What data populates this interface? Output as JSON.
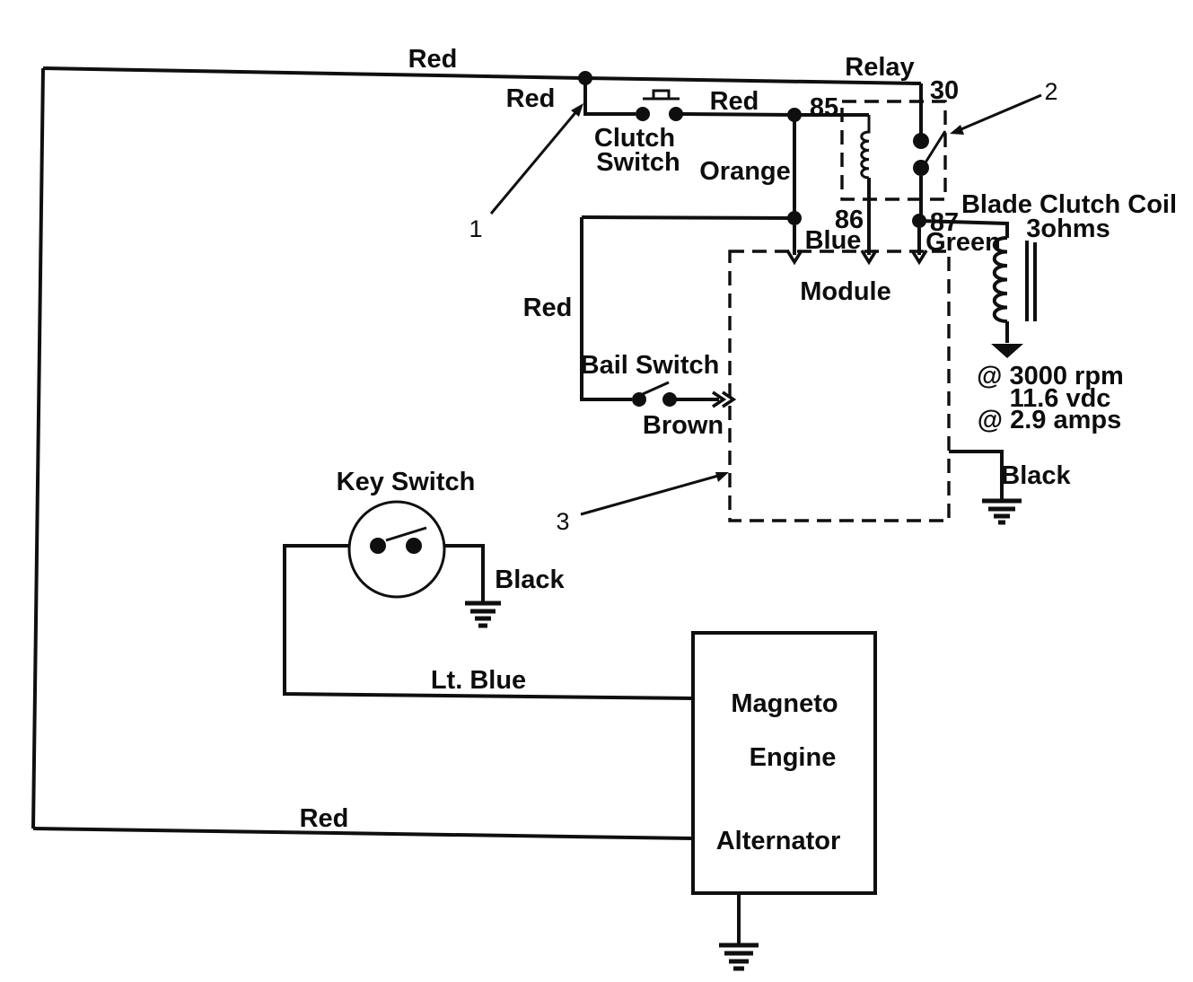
{
  "diagram": {
    "wire_labels": {
      "red_top": "Red",
      "red_branch": "Red",
      "red_clutch": "Red",
      "red_vertical": "Red",
      "red_bottom": "Red",
      "orange": "Orange",
      "blue": "Blue",
      "green": "Green",
      "brown": "Brown",
      "lt_blue": "Lt. Blue",
      "black_key_switch": "Black",
      "black_module": "Black"
    },
    "components": {
      "clutch_switch_line1": "Clutch",
      "clutch_switch_line2": "Switch",
      "relay": "Relay",
      "module": "Module",
      "bail_switch": "Bail Switch",
      "key_switch": "Key Switch",
      "blade_clutch_coil": "Blade Clutch Coil",
      "blade_clutch_ohms": "3ohms",
      "magneto": "Magneto",
      "engine": "Engine",
      "alternator": "Alternator"
    },
    "relay_terminals": {
      "t30": "30",
      "t85": "85",
      "t86": "86",
      "t87": "87"
    },
    "specs": {
      "rpm": "@ 3000 rpm",
      "vdc": "11.6 vdc",
      "amps": "@ 2.9 amps"
    },
    "callouts": {
      "c1": "1",
      "c2": "2",
      "c3": "3"
    },
    "colors": {
      "ink": "#0f0f0f",
      "paper": "#ffffff"
    }
  }
}
